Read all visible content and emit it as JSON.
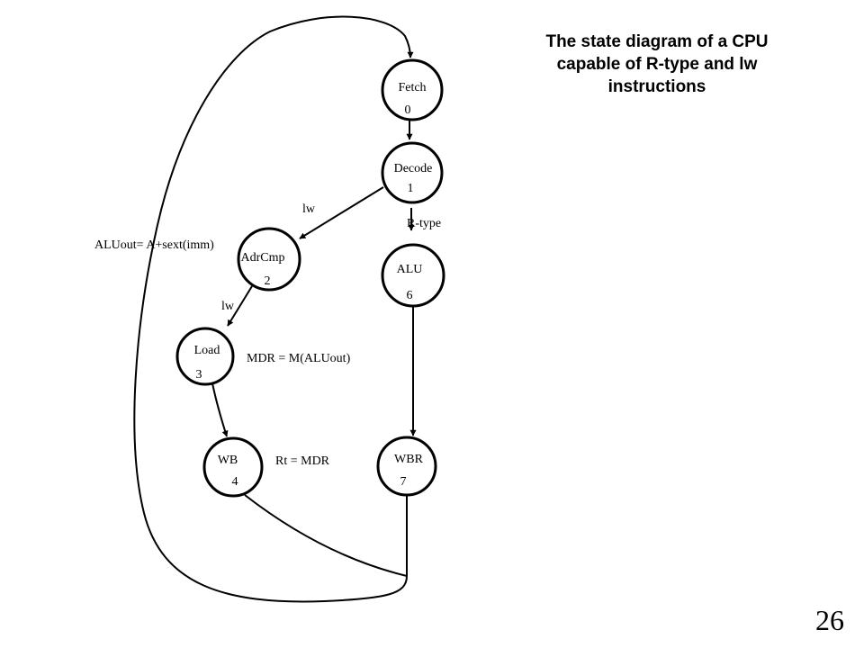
{
  "title": {
    "lines": [
      "The state diagram of a CPU",
      "capable of R-type and lw",
      "instructions"
    ]
  },
  "states": [
    {
      "name": "Fetch",
      "number": "0"
    },
    {
      "name": "Decode",
      "number": "1"
    },
    {
      "name": "AdrCmp",
      "number": "2"
    },
    {
      "name": "Load",
      "number": "3"
    },
    {
      "name": "WB",
      "number": "4"
    },
    {
      "name": "ALU",
      "number": "6"
    },
    {
      "name": "WBR",
      "number": "7"
    }
  ],
  "edge_labels": {
    "decode_to_adrcmp": "lw",
    "decode_to_alu": "R-type",
    "adrcmp_to_load": "lw"
  },
  "notes": {
    "adrcmp": "ALUout= A+sext(imm)",
    "load": "MDR = M(ALUout)",
    "wb": "Rt = MDR"
  },
  "slide_number": "26"
}
